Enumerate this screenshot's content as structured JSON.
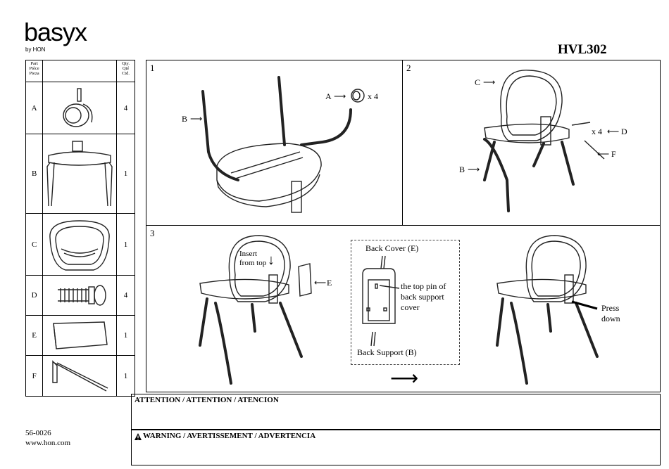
{
  "brand": {
    "logo": "basyx",
    "sub": "by HON"
  },
  "model": "HVL302",
  "parts_table": {
    "header": {
      "part": "Part\nPièce\nPieza",
      "qty": "Qty.\nQté\nCtd."
    },
    "rows": [
      {
        "letter": "A",
        "qty": "4",
        "icon": "caster-icon"
      },
      {
        "letter": "B",
        "qty": "1",
        "icon": "seat-base-icon"
      },
      {
        "letter": "C",
        "qty": "1",
        "icon": "back-frame-icon"
      },
      {
        "letter": "D",
        "qty": "4",
        "icon": "screw-icon"
      },
      {
        "letter": "E",
        "qty": "1",
        "icon": "back-cover-icon"
      },
      {
        "letter": "F",
        "qty": "1",
        "icon": "allen-wrench-icon"
      }
    ]
  },
  "steps": {
    "s1": {
      "num": "1",
      "a": "A",
      "x4": "x 4",
      "b": "B"
    },
    "s2": {
      "num": "2",
      "c": "C",
      "x4": "x 4",
      "d": "D",
      "f": "F",
      "b": "B"
    },
    "s3": {
      "num": "3",
      "insert": "Insert\nfrom top",
      "e": "E",
      "back_cover": "Back Cover (E)",
      "pin": "the top pin of\nback support\ncover",
      "back_support": "Back Support (B)",
      "press": "Press\ndown"
    }
  },
  "attention": "ATTENTION / ATTENTION / ATENCION",
  "warning": "WARNING / AVERTISSEMENT / ADVERTENCIA",
  "footer": {
    "code": "56-0026",
    "url": "www.hon.com"
  }
}
